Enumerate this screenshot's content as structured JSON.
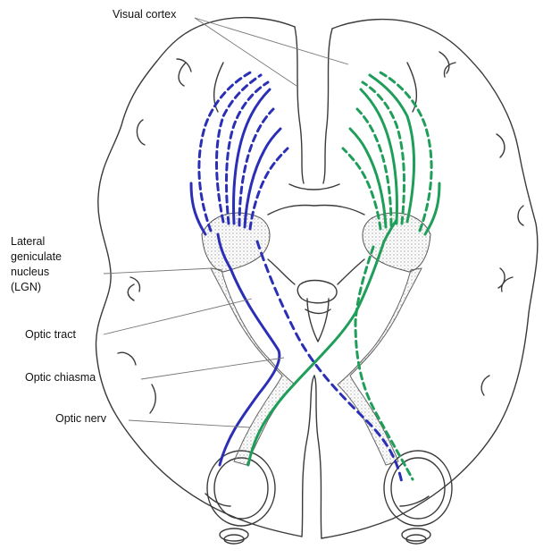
{
  "diagram": {
    "labels": {
      "visual_cortex": "Visual cortex",
      "lgn": [
        "Lateral",
        "geniculate",
        "nucleus",
        "(LGN)"
      ],
      "optic_tract": "Optic tract",
      "optic_chiasma": "Optic chiasma",
      "optic_nerve": "Optic nerv"
    },
    "colors": {
      "left_pathway": "#2a2fb5",
      "right_pathway": "#1f9e5a",
      "outline": "#3a3a3a",
      "stipple": "#c8c8c8"
    }
  }
}
